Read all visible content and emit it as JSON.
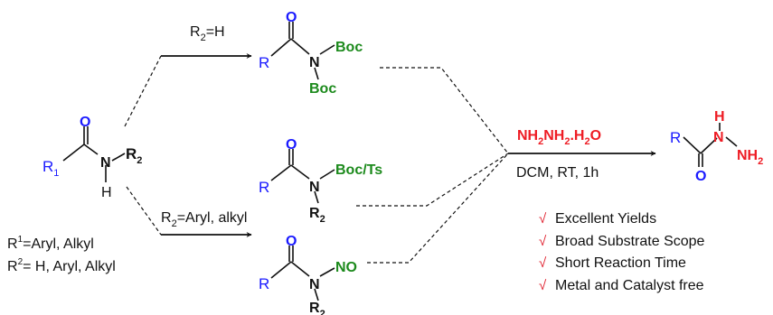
{
  "colors": {
    "blue": "#1a1aff",
    "green": "#1c8a1c",
    "red": "#ee1c24",
    "black": "#111111",
    "check": "#e0202e"
  },
  "start": {
    "O": "O",
    "N": "N",
    "H": "H",
    "R1": "R",
    "R1_sub": "1",
    "R2": "R",
    "R2_sub": "2"
  },
  "definitions": {
    "line1_R": "R",
    "line1_sup": "1",
    "line1_text": "=Aryl, Alkyl",
    "line2_R": "R",
    "line2_sup": "2",
    "line2_text": "= H, Aryl, Alkyl"
  },
  "conditions": {
    "top_R": "R",
    "top_sub": "2",
    "top_text": "=H",
    "bottom_R": "R",
    "bottom_sub": "2",
    "bottom_text": "=Aryl, alkyl"
  },
  "product_boc": {
    "O": "O",
    "R": "R",
    "N": "N",
    "boc1": "Boc",
    "boc2": "Boc"
  },
  "product_ts": {
    "O": "O",
    "R": "R",
    "N": "N",
    "group": "Boc/Ts",
    "R2": "R",
    "R2_sub": "2"
  },
  "product_no": {
    "O": "O",
    "R": "R",
    "N": "N",
    "group": "NO",
    "R2": "R",
    "R2_sub": "2"
  },
  "reagent": {
    "p1": "NH",
    "s1": "2",
    "p2": "NH",
    "s2": "2",
    "p3": ".H",
    "s3": "2",
    "p4": "O",
    "solvent": "DCM, RT,  1h"
  },
  "hydrazide": {
    "R": "R",
    "O": "O",
    "N": "N",
    "H": "H",
    "NH": "NH",
    "NH_sub": "2"
  },
  "advantages": {
    "mark": "√",
    "items": [
      "Excellent Yields",
      "Broad Substrate Scope",
      "Short Reaction Time",
      "Metal and Catalyst free"
    ]
  }
}
